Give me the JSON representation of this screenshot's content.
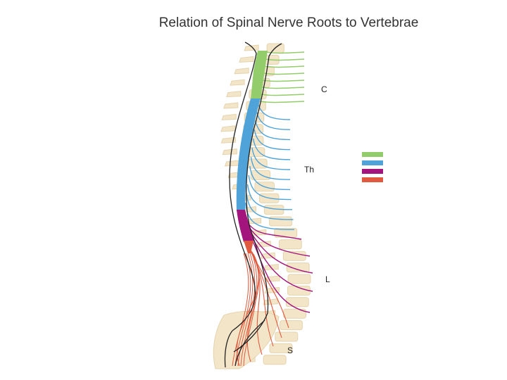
{
  "title": "Relation of Spinal Nerve Roots to Vertebrae",
  "regions": {
    "cervical": {
      "label": "C",
      "color": "#93cc6b"
    },
    "thoracic": {
      "label": "Th",
      "color": "#4fa3d9"
    },
    "lumbar": {
      "label": "L",
      "color": "#a3147c"
    },
    "sacral": {
      "label": "S",
      "color": "#e05a3f"
    }
  },
  "colors": {
    "bone": "#f3e6c8",
    "bone_edge": "#e4d3ae",
    "dura_outline": "#222222"
  }
}
